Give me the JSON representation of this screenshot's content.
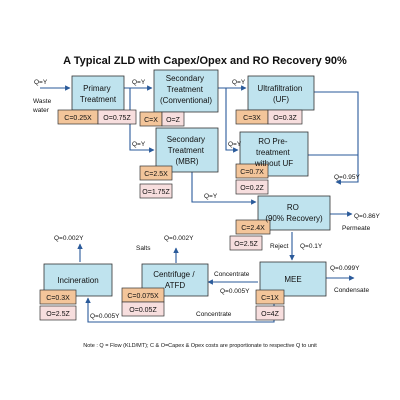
{
  "title": "A Typical ZLD with Capex/Opex and RO Recovery 90%",
  "colors": {
    "process_fill": "#bfe3ee",
    "capex_fill": "#f3c59a",
    "opex_fill": "#f7dede",
    "line": "#2a5a9a"
  },
  "processes": {
    "primary": {
      "lines": [
        "Primary",
        "Treatment"
      ],
      "capex": "C=0.25X",
      "opex": "O=0.75Z"
    },
    "secondary_conv": {
      "lines": [
        "Secondary",
        "Treatment",
        "(Conventional)"
      ],
      "capex": "C=X",
      "opex": "O=Z"
    },
    "ultrafiltration": {
      "lines": [
        "Ultrafiltration",
        "(UF)"
      ],
      "capex": "C=3X",
      "opex": "O=0.3Z"
    },
    "secondary_mbr": {
      "lines": [
        "Secondary",
        "Treatment",
        "(MBR)"
      ],
      "capex": "C=2.5X",
      "opex": "O=1.75Z"
    },
    "ro_pretreat": {
      "lines": [
        "RO Pre-",
        "treatment",
        "without UF"
      ],
      "capex": "C=0.7X",
      "opex": "O=0.2Z"
    },
    "ro": {
      "lines": [
        "RO",
        "(90% Recovery)"
      ],
      "capex": "C=2.4X",
      "opex": "O=2.5Z"
    },
    "mee": {
      "lines": [
        "MEE"
      ],
      "capex": "C=1X",
      "opex": "O=4Z"
    },
    "centrifuge": {
      "lines": [
        "Centrifuge /",
        "ATFD"
      ],
      "capex": "C=0.075X",
      "opex": "O=0.05Z"
    },
    "incineration": {
      "lines": [
        "Incineration"
      ],
      "capex": "C=0.3X",
      "opex": "O=2.5Z"
    }
  },
  "flows": {
    "q_in": "Q=Y",
    "waste_water": [
      "Waste",
      "water"
    ],
    "q_primary_out": "Q=Y",
    "q_secondary_out": "Q=Y",
    "q_mbr_in": "Q=Y",
    "q_mbr_out": "Q=Y",
    "q_uf_in": "Q=Y",
    "q_ro_in": "Q=0.95Y",
    "q_permeate": "Q=0.86Y",
    "permeate": "Permeate",
    "reject": "Reject",
    "q_reject": "Q=0.1Y",
    "q_condensate": "Q=0.099Y",
    "condensate": "Condensate",
    "concentrate_1": "Concentrate",
    "q_concentrate": "Q=0.005Y",
    "concentrate_2": "Concentrate",
    "salts": "Salts",
    "q_salts": "Q=0.002Y",
    "q_incin_out": "Q=0.002Y",
    "q_incin_in": "Q=0.005Y"
  },
  "note": "Note : Q = Flow (KLD/MT);  C & O=Capex & Opex costs are proportionate to respective Q to unit"
}
